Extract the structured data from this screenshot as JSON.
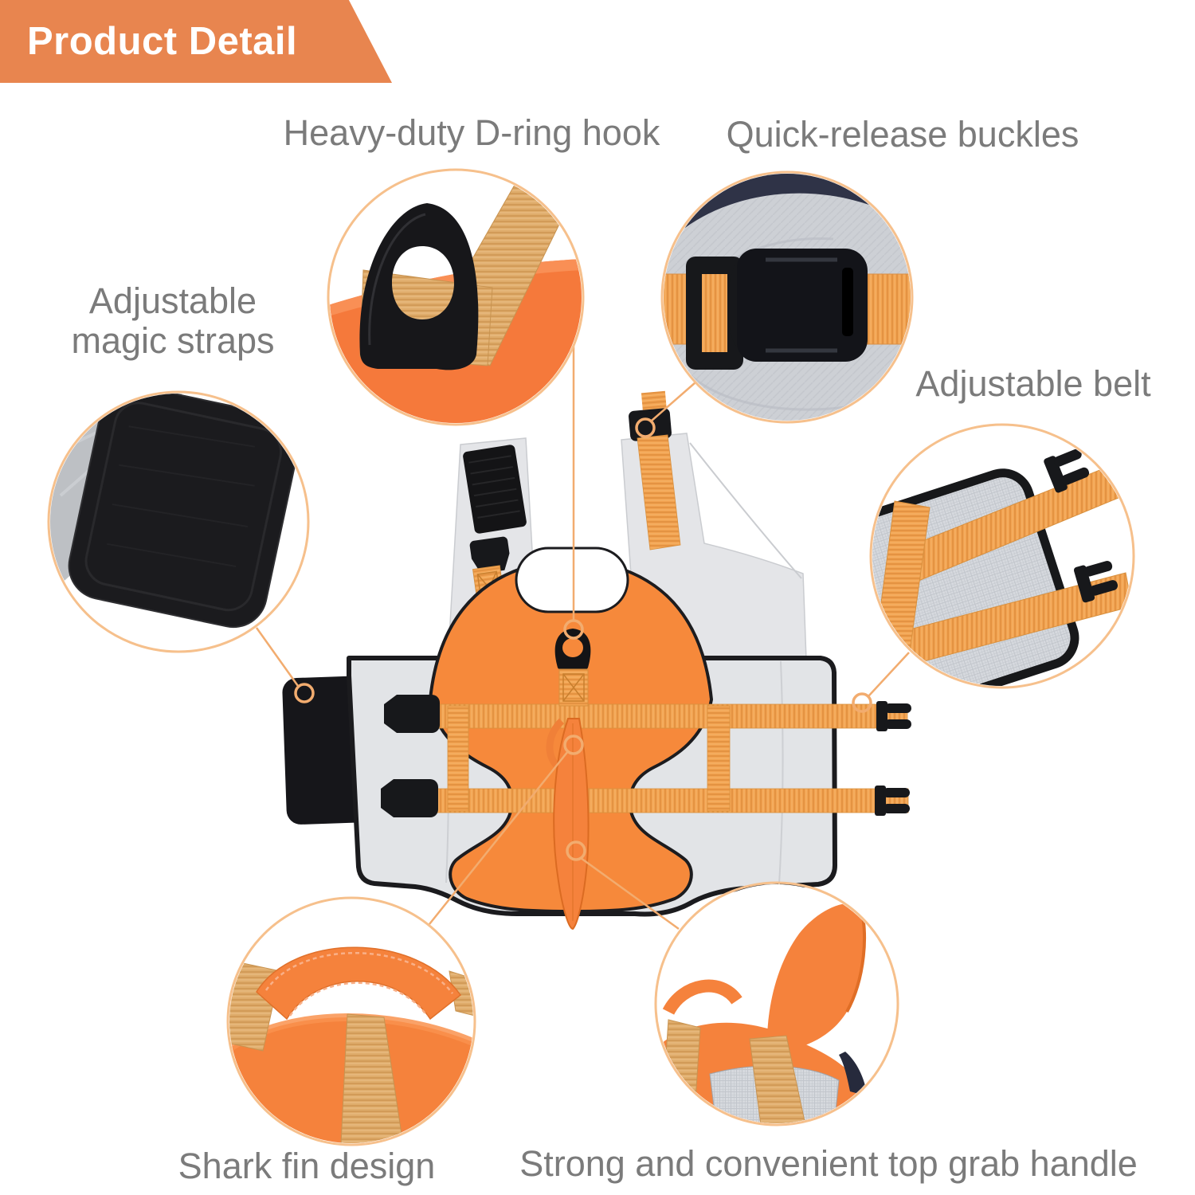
{
  "banner": {
    "title": "Product Detail",
    "bg_color": "#E8854F",
    "text_color": "#FFFFFF"
  },
  "labels": {
    "d_ring": "Heavy-duty D-ring hook",
    "quick_release": "Quick-release buckles",
    "magic_straps_line1": "Adjustable",
    "magic_straps_line2": "magic straps",
    "belt": "Adjustable belt",
    "fin": "Shark fin design",
    "handle": "Strong and convenient top grab handle"
  },
  "colors": {
    "accent_orange": "#E8854F",
    "callout_circle_stroke": "#F6C08C",
    "callout_line_stroke": "#F2AC6F",
    "vest_orange": "#F6893B",
    "webbing_orange": "#F2A351",
    "webbing_tan": "#DFAC6B",
    "fabric_gray": "#E2E4E7",
    "black_parts": "#17181B",
    "label_text": "#7B7B7B"
  }
}
